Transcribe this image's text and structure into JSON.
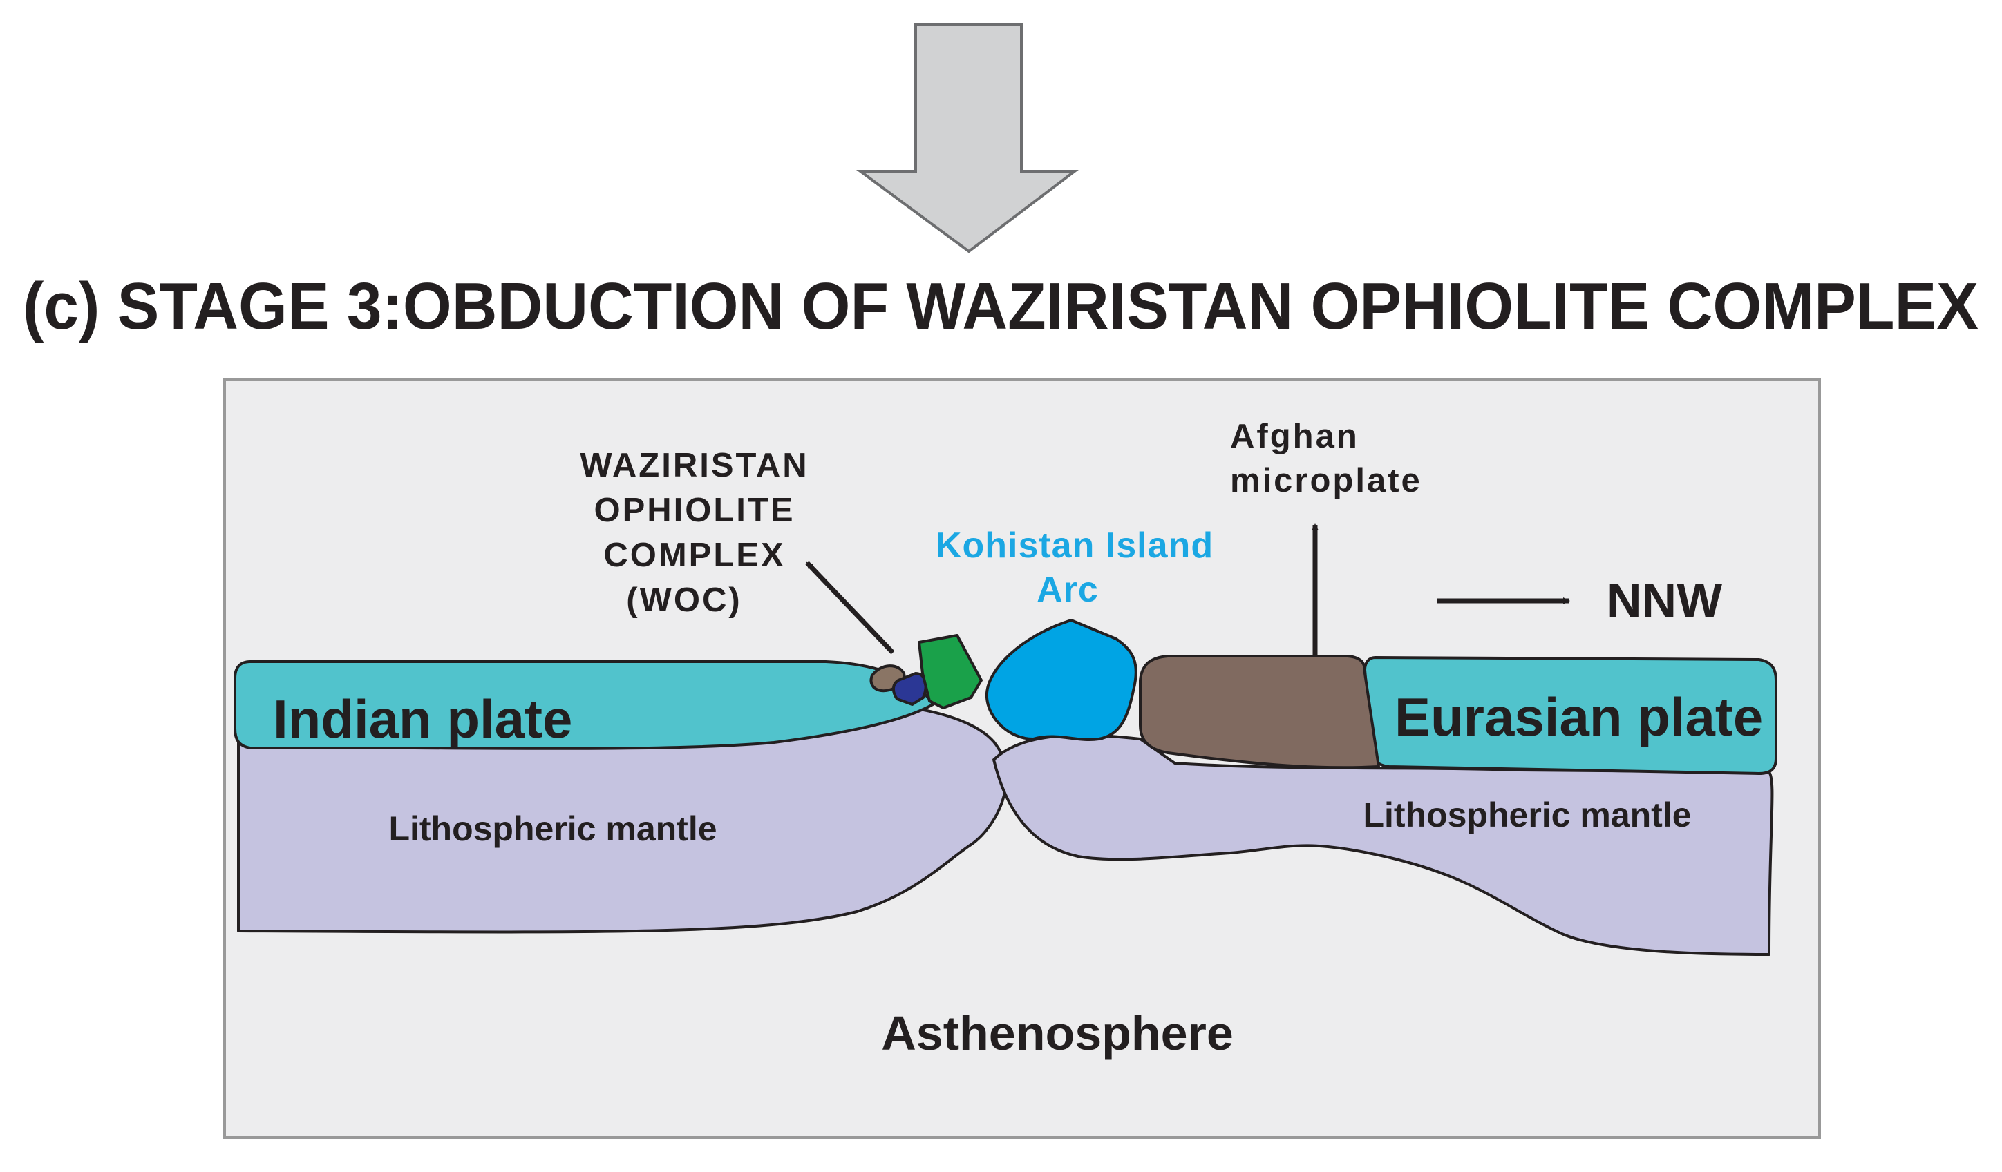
{
  "title": "(c) STAGE 3:OBDUCTION OF WAZIRISTAN OPHIOLITE COMPLEX",
  "labels": {
    "woc_line1": "WAZIRISTAN",
    "woc_line2": "OPHIOLITE",
    "woc_line3": "COMPLEX",
    "woc_line4": "(WOC)",
    "kohistan_line1": "Kohistan Island",
    "kohistan_line2": "Arc",
    "afghan_line1": "Afghan",
    "afghan_line2": "microplate",
    "direction": "NNW",
    "indian_plate": "Indian plate",
    "eurasian_plate": "Eurasian plate",
    "lith_mantle_left": "Lithospheric mantle",
    "lith_mantle_right": "Lithospheric mantle",
    "asthenosphere": "Asthenosphere"
  },
  "colors": {
    "background_panel": "#ededee",
    "panel_border": "#999999",
    "plate_crust": "#51c3cc",
    "lithospheric_mantle": "#c5c3e0",
    "kohistan_arc": "#00a4e4",
    "kohistan_label": "#1ba7e3",
    "afghan_microplate": "#806a60",
    "ophiolite_green": "#1aa14a",
    "ophiolite_blue": "#2b3795",
    "ophiolite_brown": "#8a7565",
    "stage_arrow": "#d1d2d3",
    "text": "#231f20"
  },
  "icons": {
    "stage_arrow": "down-arrow-icon",
    "woc_arrow": "up-left-arrow-icon",
    "afghan_arrow": "up-arrow-icon",
    "direction_arrow": "right-arrow-icon"
  }
}
